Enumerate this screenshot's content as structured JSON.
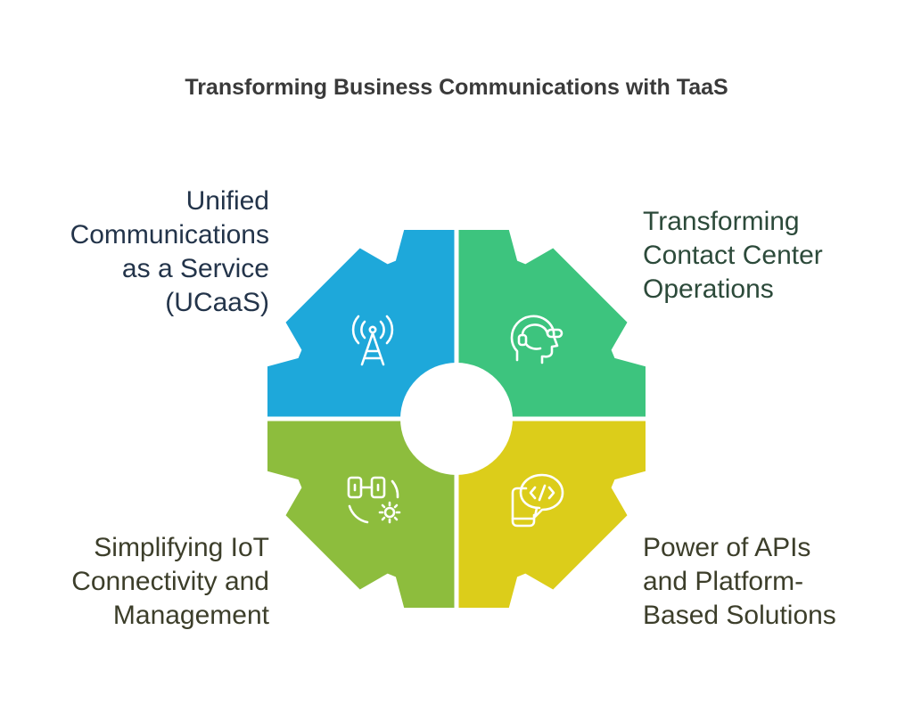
{
  "title": "Transforming Business Communications with TaaS",
  "segments": [
    {
      "id": "top-left",
      "label_lines": [
        "Unified",
        "Communications",
        "as a Service",
        "(UCaaS)"
      ],
      "color": "#1EA8DA",
      "text_color": "#23344A",
      "icon": "antenna-icon"
    },
    {
      "id": "top-right",
      "label_lines": [
        "Transforming",
        "Contact Center",
        "Operations"
      ],
      "color": "#3DC47E",
      "text_color": "#2C4A3A",
      "icon": "headset-agent-icon"
    },
    {
      "id": "bottom-left",
      "label_lines": [
        "Simplifying IoT",
        "Connectivity and",
        "Management"
      ],
      "color": "#8DBD3D",
      "text_color": "#3C3E2A",
      "icon": "iot-devices-gear-icon"
    },
    {
      "id": "bottom-right",
      "label_lines": [
        "Power of APIs",
        "and Platform-",
        "Based Solutions"
      ],
      "color": "#DCCD1A",
      "text_color": "#3C3E2A",
      "icon": "api-code-chat-icon"
    }
  ]
}
